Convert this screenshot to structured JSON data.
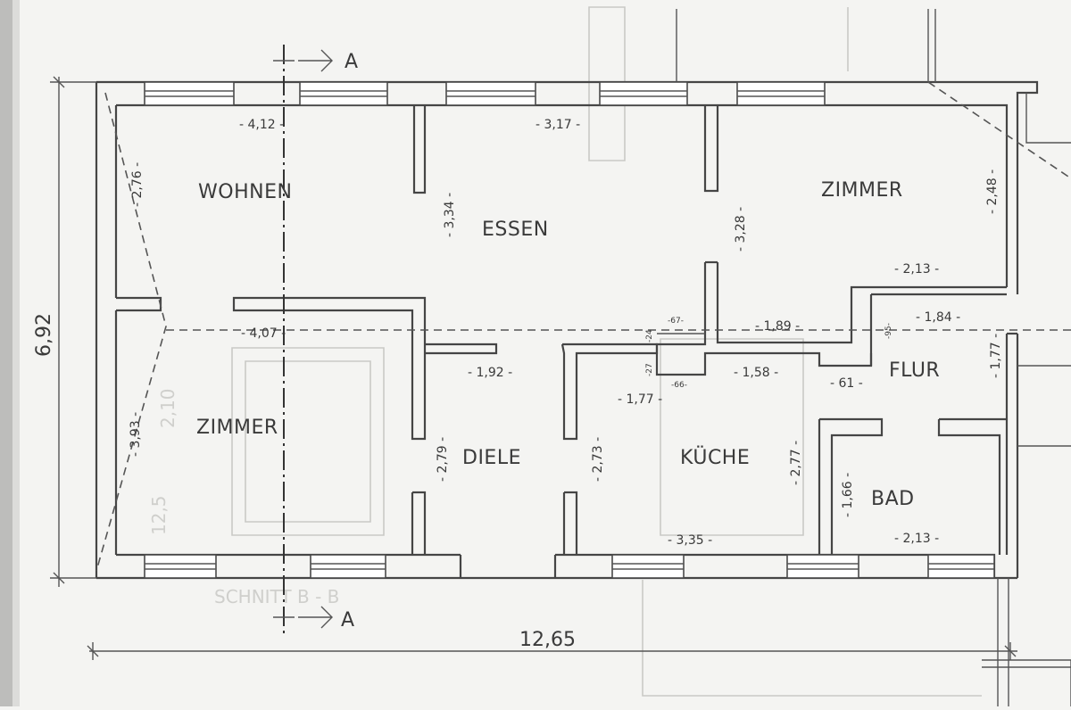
{
  "rooms": {
    "wohnen": "WOHNEN",
    "essen": "ESSEN",
    "zimmer_right": "ZIMMER",
    "zimmer_left": "ZIMMER",
    "diele": "DIELE",
    "kueche": "KÜCHE",
    "flur": "FLUR",
    "bad": "BAD"
  },
  "section": {
    "top": "A",
    "bottom": "A"
  },
  "overall": {
    "height": "6,92",
    "width": "12,65"
  },
  "dims": {
    "d412": "- 4,12 -",
    "d317": "- 3,17 -",
    "d276": "- 2,76 -",
    "d334": "- 3,34 -",
    "d328": "- 3,28 -",
    "d248": "- 2,48 -",
    "d213a": "- 2,13 -",
    "d407": "- 4,07 -",
    "d192": "- 1,92 -",
    "d67": "-67-",
    "d189": "- 1,89 -",
    "d184": "- 1,84 -",
    "d95": "-95-",
    "d24": "-24",
    "d27": "-27",
    "d66": "-66-",
    "d158": "- 1,58 -",
    "d61": "- 61 -",
    "d177a": "- 1,77 -",
    "d177b": "- 1,77 -",
    "d393": "- 3,93 -",
    "d279": "- 2,79 -",
    "d273": "- 2,73 -",
    "d277": "- 2,77 -",
    "d166": "- 1,66 -",
    "d335": "- 3,35 -",
    "d213b": "- 2,13 -"
  },
  "ghost": {
    "schnitt": "SCHNITT B - B",
    "g210": "2,10",
    "g125": "12,5"
  }
}
